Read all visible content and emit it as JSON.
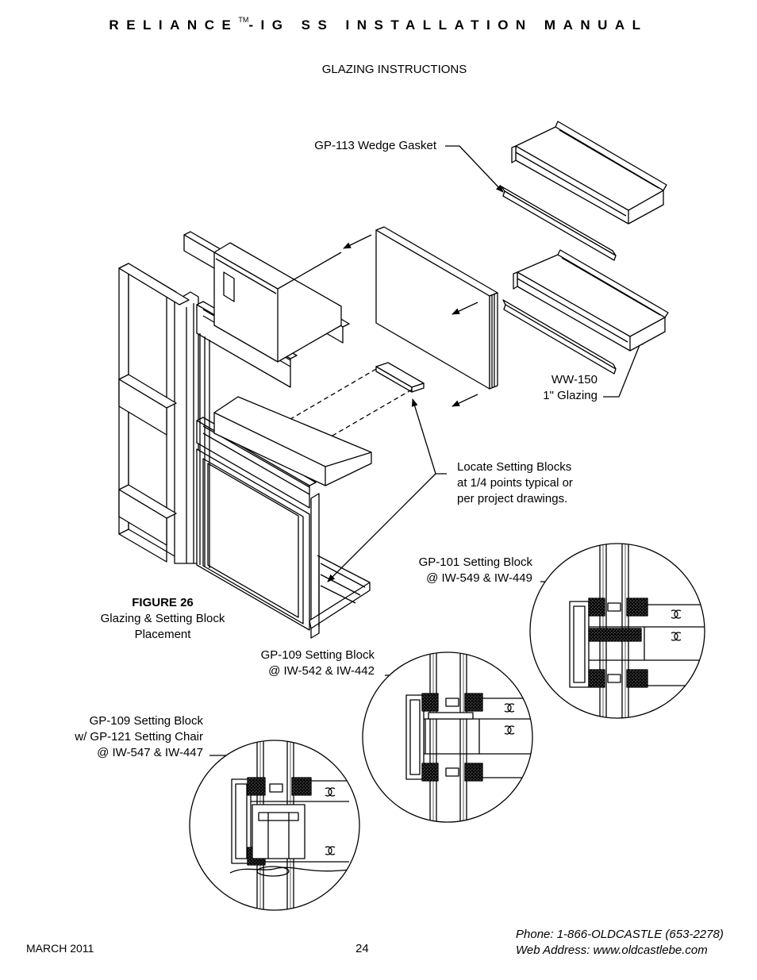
{
  "header": {
    "title_left": "RELIANCE",
    "trademark": "TM",
    "title_right": "-IG SS INSTALLATION MANUAL"
  },
  "section_title": "GLAZING INSTRUCTIONS",
  "callouts": {
    "wedge_gasket": "GP-113 Wedge Gasket",
    "glazing_line1": "WW-150",
    "glazing_line2": "1\" Glazing",
    "setting_blocks_line1": "Locate Setting Blocks",
    "setting_blocks_line2": "at 1/4 points typical or",
    "setting_blocks_line3": "per project drawings.",
    "gp101_line1": "GP-101 Setting Block",
    "gp101_line2": "@ IW-549 & IW-449",
    "gp109_line1": "GP-109 Setting Block",
    "gp109_line2": "@ IW-542 & IW-442",
    "gp109c_line1": "GP-109 Setting Block",
    "gp109c_line2": "w/ GP-121 Setting Chair",
    "gp109c_line3": "@ IW-547 & IW-447"
  },
  "figure": {
    "number": "FIGURE 26",
    "caption_line1": "Glazing & Setting Block",
    "caption_line2": "Placement"
  },
  "footer": {
    "date": "MARCH 2011",
    "page_number": "24",
    "phone": "Phone: 1-866-OLDCASTLE (653-2278)",
    "web": "Web Address: www.oldcastlebe.com"
  }
}
